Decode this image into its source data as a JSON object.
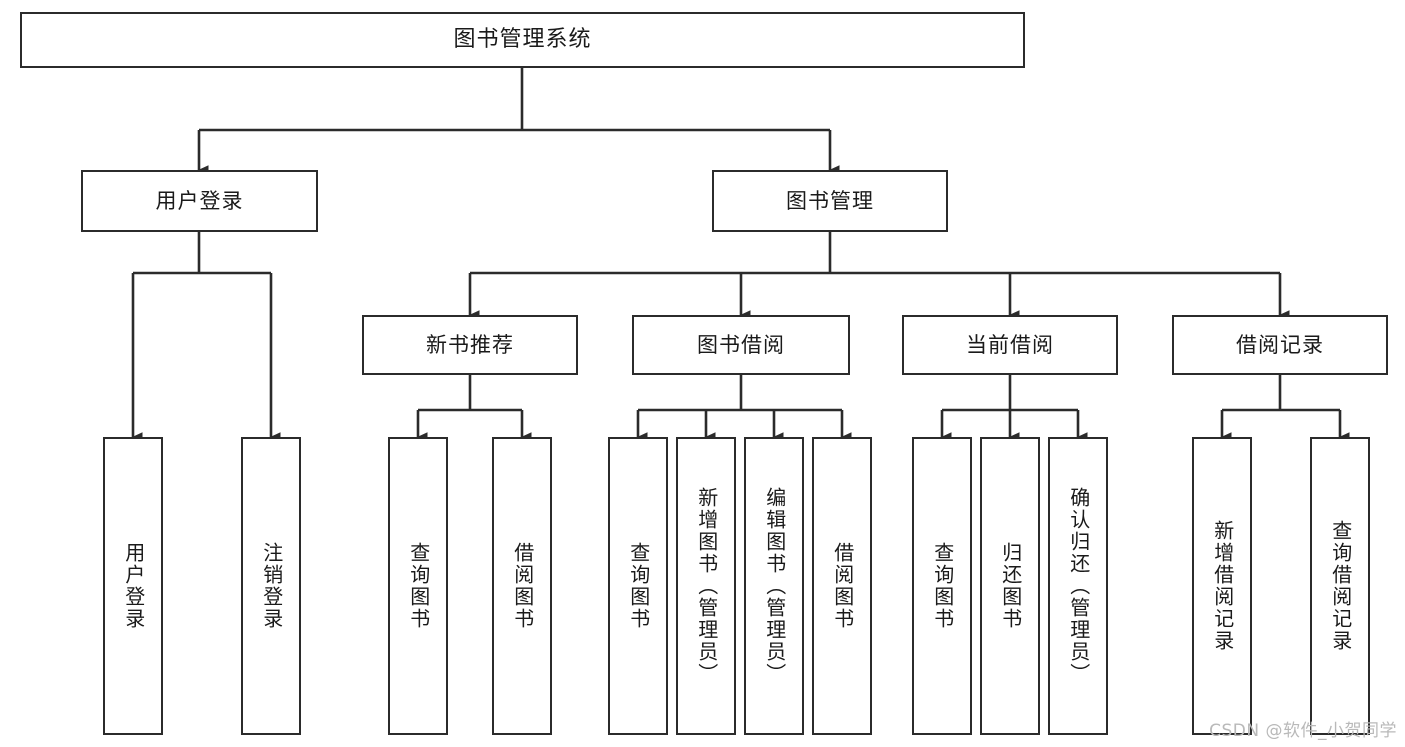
{
  "diagram": {
    "title": "图书管理系统",
    "type": "tree-hierarchy",
    "colors": {
      "box_border": "#2b2b2b",
      "box_fill": "#ffffff",
      "connector": "#2b2b2b",
      "background": "#ffffff",
      "watermark": "#b9b9b9"
    },
    "root": {
      "label": "图书管理系统"
    },
    "level2": [
      {
        "label": "用户登录"
      },
      {
        "label": "图书管理"
      }
    ],
    "level3": [
      {
        "label": "新书推荐"
      },
      {
        "label": "图书借阅"
      },
      {
        "label": "当前借阅"
      },
      {
        "label": "借阅记录"
      }
    ],
    "leaves": {
      "user_login": [
        {
          "label": "用户登录"
        },
        {
          "label": "注销登录"
        }
      ],
      "new_book_recommend": [
        {
          "label": "查询图书"
        },
        {
          "label": "借阅图书"
        }
      ],
      "book_borrow": [
        {
          "label": "查询图书"
        },
        {
          "label": "新增图书（管理员）"
        },
        {
          "label": "编辑图书（管理员）"
        },
        {
          "label": "借阅图书"
        }
      ],
      "current_borrow": [
        {
          "label": "查询图书"
        },
        {
          "label": "归还图书"
        },
        {
          "label": "确认归还（管理员）"
        }
      ],
      "borrow_records": [
        {
          "label": "新增借阅记录"
        },
        {
          "label": "查询借阅记录"
        }
      ]
    }
  },
  "watermark": {
    "text": "CSDN @软件_小贺同学"
  }
}
